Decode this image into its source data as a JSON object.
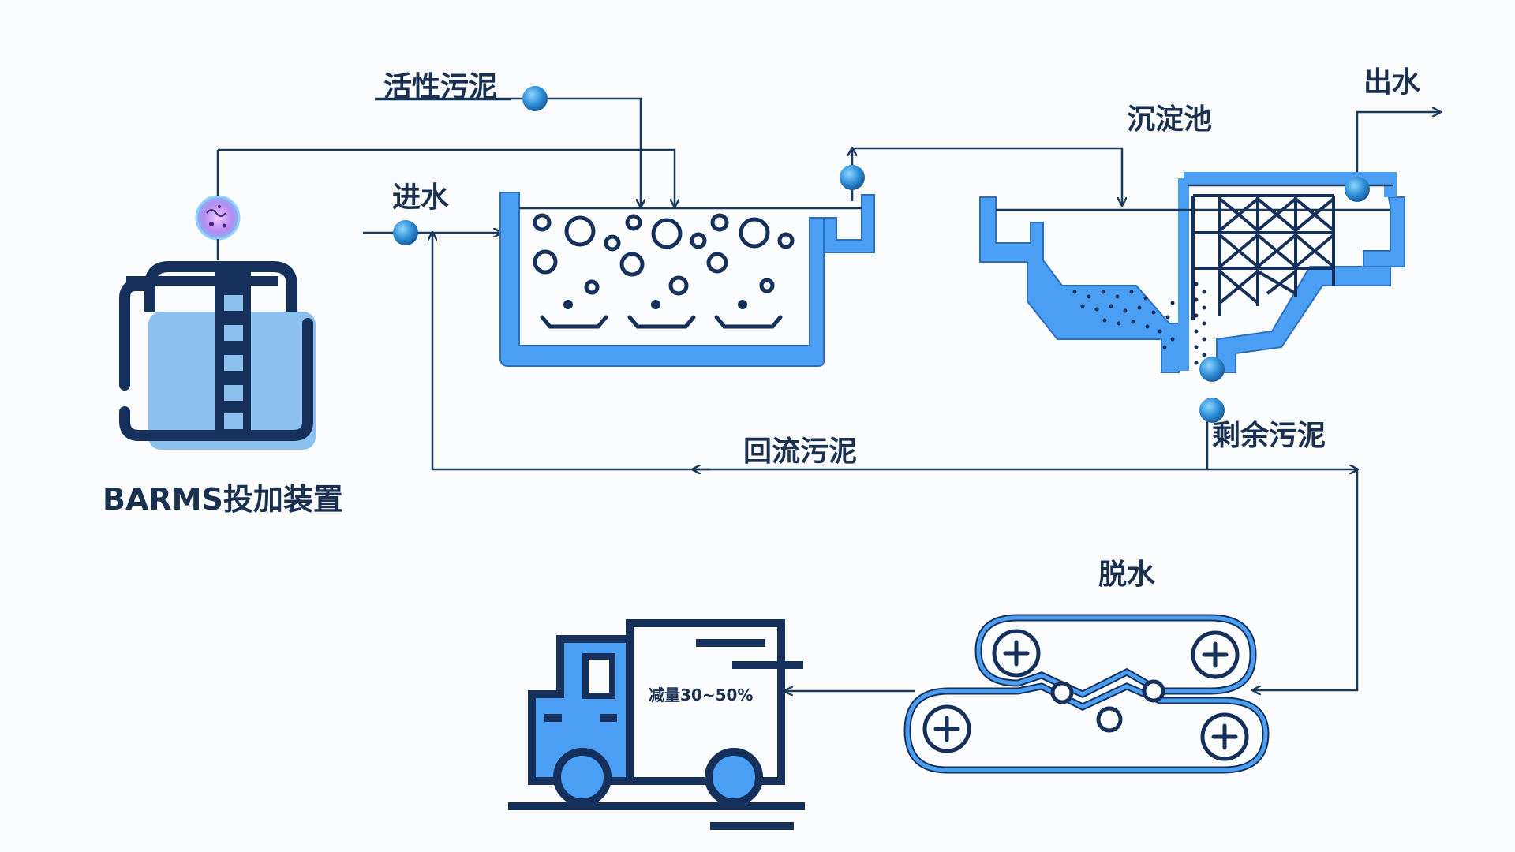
{
  "labels": {
    "activated_sludge": "活性污泥",
    "inflow": "进水",
    "settling_tank": "沉淀池",
    "outflow": "出水",
    "return_sludge": "回流污泥",
    "excess_sludge": "剩余污泥",
    "dewatering": "脱水",
    "device": "BARMS投加装置",
    "reduction": "减量30~50%"
  },
  "colors": {
    "tank_blue": "#4a9ff5",
    "navy": "#15305a",
    "line": "#1a3a5c",
    "light_blue": "#8cc0ee"
  },
  "icons": [
    "barms-dosing-device-icon",
    "aeration-tank-icon",
    "settling-tank-icon",
    "belt-press-icon",
    "truck-icon",
    "microbe-icon"
  ]
}
